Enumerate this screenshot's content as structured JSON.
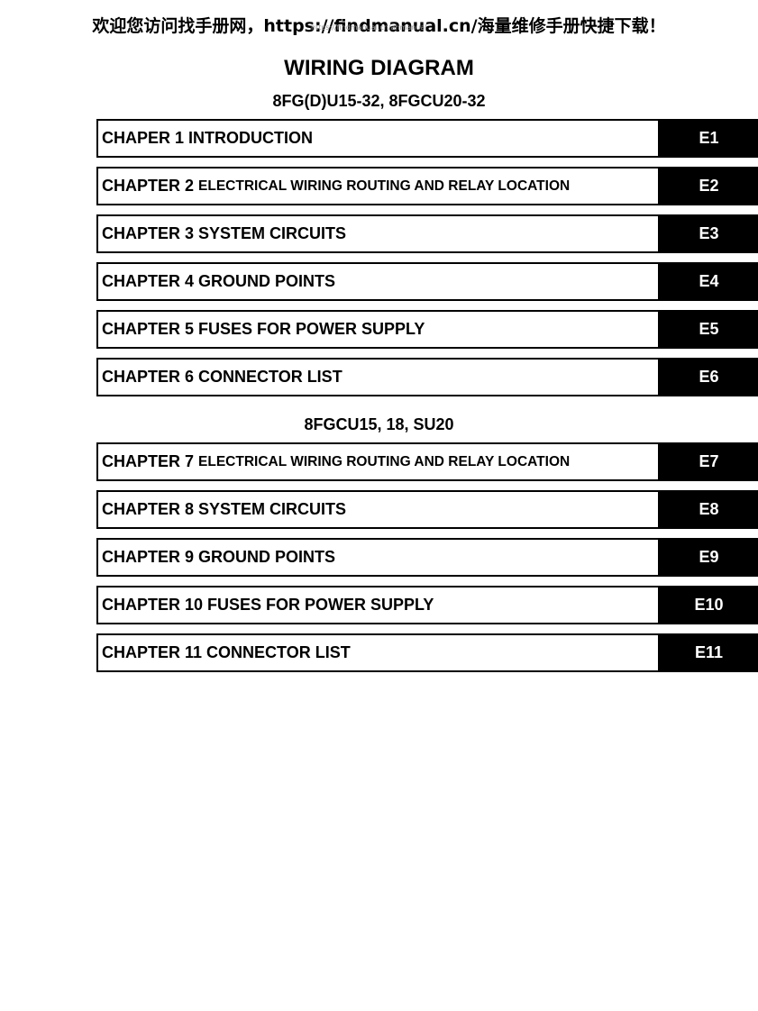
{
  "banner": {
    "text": "欢迎您访问找手册网，https://findmanual.cn/海量维修手册快捷下载！",
    "faint_url": "https://findmanual.cn/ahmanual"
  },
  "document": {
    "title": "WIRING DIAGRAM"
  },
  "sections": [
    {
      "title": "8FG(D)U15-32, 8FGCU20-32",
      "chapters": [
        {
          "label": "CHAPER 1 INTRODUCTION",
          "detail": "",
          "code": "E1"
        },
        {
          "label": "CHAPTER 2",
          "detail": "ELECTRICAL WIRING ROUTING AND RELAY LOCATION",
          "code": "E2"
        },
        {
          "label": "CHAPTER 3 SYSTEM CIRCUITS",
          "detail": "",
          "code": "E3"
        },
        {
          "label": "CHAPTER 4 GROUND POINTS",
          "detail": "",
          "code": "E4"
        },
        {
          "label": "CHAPTER 5 FUSES FOR POWER SUPPLY",
          "detail": "",
          "code": "E5"
        },
        {
          "label": "CHAPTER 6 CONNECTOR LIST",
          "detail": "",
          "code": "E6"
        }
      ]
    },
    {
      "title": "8FGCU15, 18, SU20",
      "chapters": [
        {
          "label": "CHAPTER 7",
          "detail": "ELECTRICAL WIRING ROUTING AND RELAY LOCATION",
          "code": "E7"
        },
        {
          "label": "CHAPTER 8 SYSTEM CIRCUITS",
          "detail": "",
          "code": "E8"
        },
        {
          "label": "CHAPTER 9 GROUND POINTS",
          "detail": "",
          "code": "E9"
        },
        {
          "label": "CHAPTER 10 FUSES FOR POWER SUPPLY",
          "detail": "",
          "code": "E10"
        },
        {
          "label": "CHAPTER 11 CONNECTOR LIST",
          "detail": "",
          "code": "E11"
        }
      ]
    }
  ]
}
